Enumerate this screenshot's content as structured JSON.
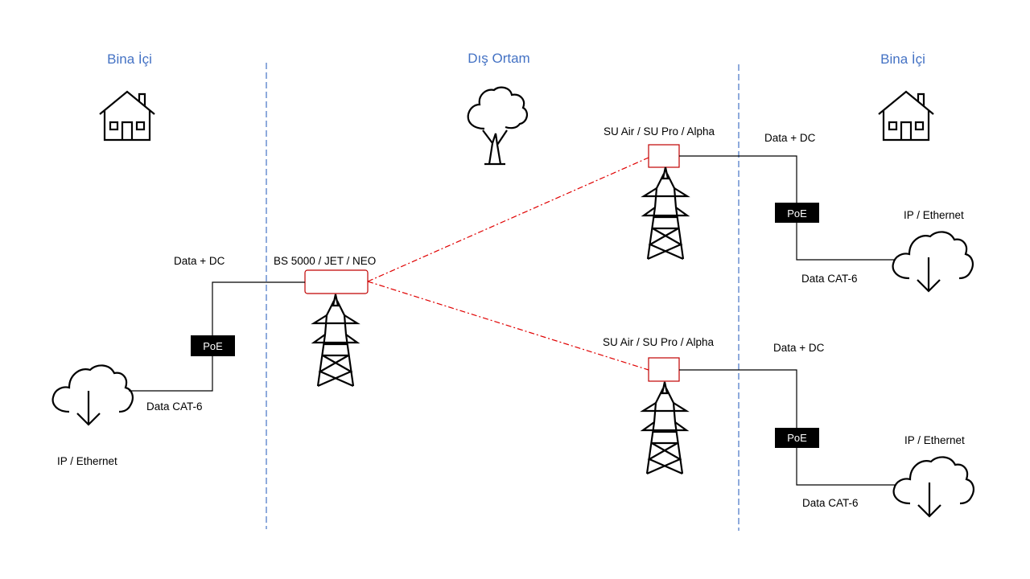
{
  "zones": {
    "left": "Bina İçi",
    "middle": "Dış Ortam",
    "right": "Bina İçi"
  },
  "base_station": {
    "label": "BS 5000 / JET / NEO",
    "link_label": "Data + DC",
    "poe_label": "PoE",
    "cable_label": "Data CAT-6",
    "network_label": "IP / Ethernet"
  },
  "subscriber_top": {
    "label": "SU Air / SU Pro / Alpha",
    "link_label": "Data + DC",
    "poe_label": "PoE",
    "cable_label": "Data CAT-6",
    "network_label": "IP / Ethernet"
  },
  "subscriber_bottom": {
    "label": "SU Air / SU Pro / Alpha",
    "link_label": "Data + DC",
    "poe_label": "PoE",
    "cable_label": "Data CAT-6",
    "network_label": "IP / Ethernet"
  },
  "colors": {
    "zone_title": "#4472c4",
    "divider": "#4472c4",
    "radio_box": "#c00000",
    "wireless_link": "#e00000",
    "poe_box": "#000000"
  },
  "icons": [
    "house-icon",
    "tree-icon",
    "tower-icon",
    "cloud-download-icon"
  ]
}
